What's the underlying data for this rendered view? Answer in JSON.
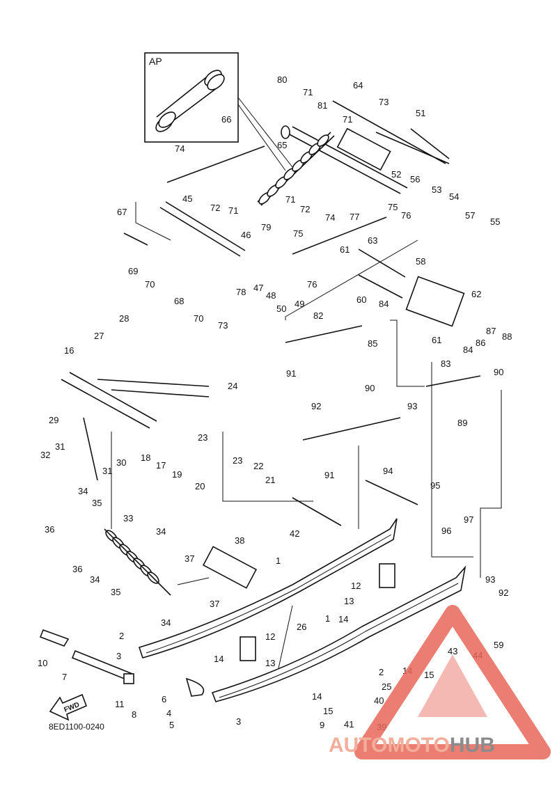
{
  "diagram": {
    "ap_label": "AP",
    "code": "8ED1100-0240",
    "fwd": "FWD",
    "callouts": [
      "80",
      "71",
      "81",
      "64",
      "73",
      "51",
      "71",
      "65",
      "66",
      "74",
      "52",
      "56",
      "53",
      "54",
      "72",
      "71",
      "71",
      "72",
      "77",
      "75",
      "57",
      "55",
      "45",
      "79",
      "75",
      "74",
      "67",
      "46",
      "76",
      "61",
      "63",
      "69",
      "70",
      "78",
      "47",
      "48",
      "49",
      "76",
      "58",
      "68",
      "70",
      "73",
      "50",
      "60",
      "84",
      "62",
      "28",
      "82",
      "85",
      "61",
      "87",
      "88",
      "27",
      "86",
      "84",
      "16",
      "91",
      "83",
      "90",
      "24",
      "90",
      "92",
      "93",
      "89",
      "29",
      "23",
      "31",
      "30",
      "23",
      "22",
      "32",
      "31",
      "18",
      "17",
      "19",
      "20",
      "21",
      "91",
      "94",
      "95",
      "34",
      "35",
      "36",
      "33",
      "42",
      "96",
      "97",
      "34",
      "37",
      "38",
      "1",
      "36",
      "34",
      "12",
      "35",
      "93",
      "92",
      "37",
      "13",
      "34",
      "1",
      "14",
      "59",
      "26",
      "2",
      "12",
      "43",
      "44",
      "10",
      "3",
      "14",
      "13",
      "14",
      "15",
      "7",
      "2",
      "6",
      "25",
      "11",
      "4",
      "40",
      "8",
      "14",
      "5",
      "15",
      "3",
      "41",
      "39",
      "9"
    ],
    "watermark_orange": "AUTOMOTO",
    "watermark_gray": "HUB",
    "colors": {
      "line": "#111111",
      "watermark_red": "#e8675a",
      "watermark_orange": "#f0a08a",
      "watermark_gray": "#777777"
    }
  }
}
